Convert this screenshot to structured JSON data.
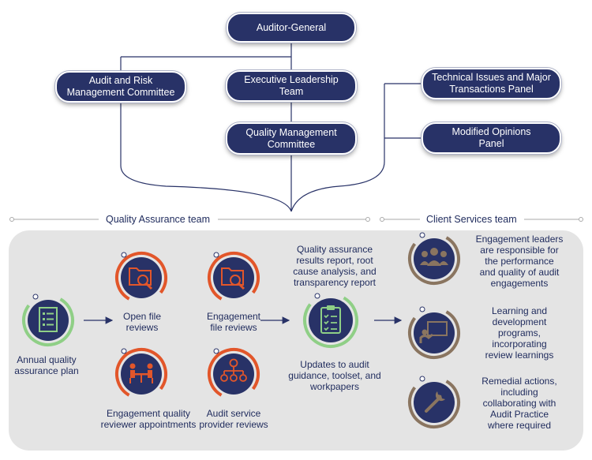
{
  "org": {
    "auditor_general": "Auditor-General",
    "audit_risk": "Audit and Risk\nManagement Committee",
    "exec_leadership": "Executive Leadership\nTeam",
    "quality_mgmt": "Quality Management\nCommittee",
    "technical_issues": "Technical Issues and Major\nTransactions Panel",
    "modified_opinions": "Modified Opinions\nPanel"
  },
  "teams": {
    "quality_assurance": "Quality Assurance team",
    "client_services": "Client Services team"
  },
  "qa": {
    "annual_plan": "Annual quality\nassurance plan",
    "open_file": "Open file\nreviews",
    "engagement_file": "Engagement\nfile reviews",
    "eq_reviewer": "Engagement quality\nreviewer appointments",
    "provider_reviews": "Audit service\nprovider reviews",
    "qa_results": "Quality assurance\nresults report, root\ncause analysis, and\ntransparency report",
    "updates": "Updates to audit\nguidance, toolset, and\nworkpapers"
  },
  "client": {
    "leaders": "Engagement leaders\nare responsible for\nthe performance\nand quality of audit\nengagements",
    "learning": "Learning and\ndevelopment\nprograms,\nincorporating\nreview learnings",
    "remedial": "Remedial actions,\nincluding\ncollaborating with\nAudit Practice\nwhere required"
  },
  "colors": {
    "navy": "#283267",
    "orange": "#e2562a",
    "green": "#8fcf86",
    "brown": "#8a7560",
    "panel": "#e4e4e4"
  }
}
